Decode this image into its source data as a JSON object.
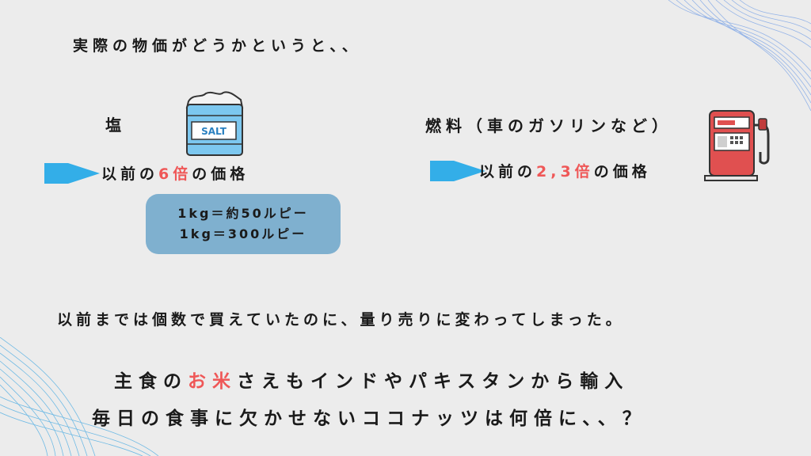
{
  "heading": "実際の物価がどうかというと、、",
  "salt": {
    "label": "塩",
    "bag_text": "SALT",
    "compare_prefix": "以前の",
    "compare_value": "6倍",
    "compare_suffix": "の価格",
    "prices": [
      "1kg＝約50ルピー",
      "1kg＝300ルピー"
    ]
  },
  "fuel": {
    "label": "燃料（車のガソリンなど）",
    "compare_prefix": "以前の",
    "compare_value": "2,3倍",
    "compare_suffix": "の価格"
  },
  "sentence": "以前までは個数で買えていたのに、量り売りに変わってしまった。",
  "bottom": {
    "line1_prefix": "主食の",
    "line1_highlight": "お米",
    "line1_suffix": "さえもインドやパキスタンから輸入",
    "line2": "毎日の食事に欠かせないココナッツは何倍に、、？"
  },
  "colors": {
    "background": "#ececec",
    "highlight": "#ef5757",
    "arrow": "#33aee8",
    "price_box": "#7fb0cf",
    "pump_red": "#e05050"
  },
  "icons": [
    "salt-bag-icon",
    "gas-pump-icon",
    "arrow-icon"
  ]
}
